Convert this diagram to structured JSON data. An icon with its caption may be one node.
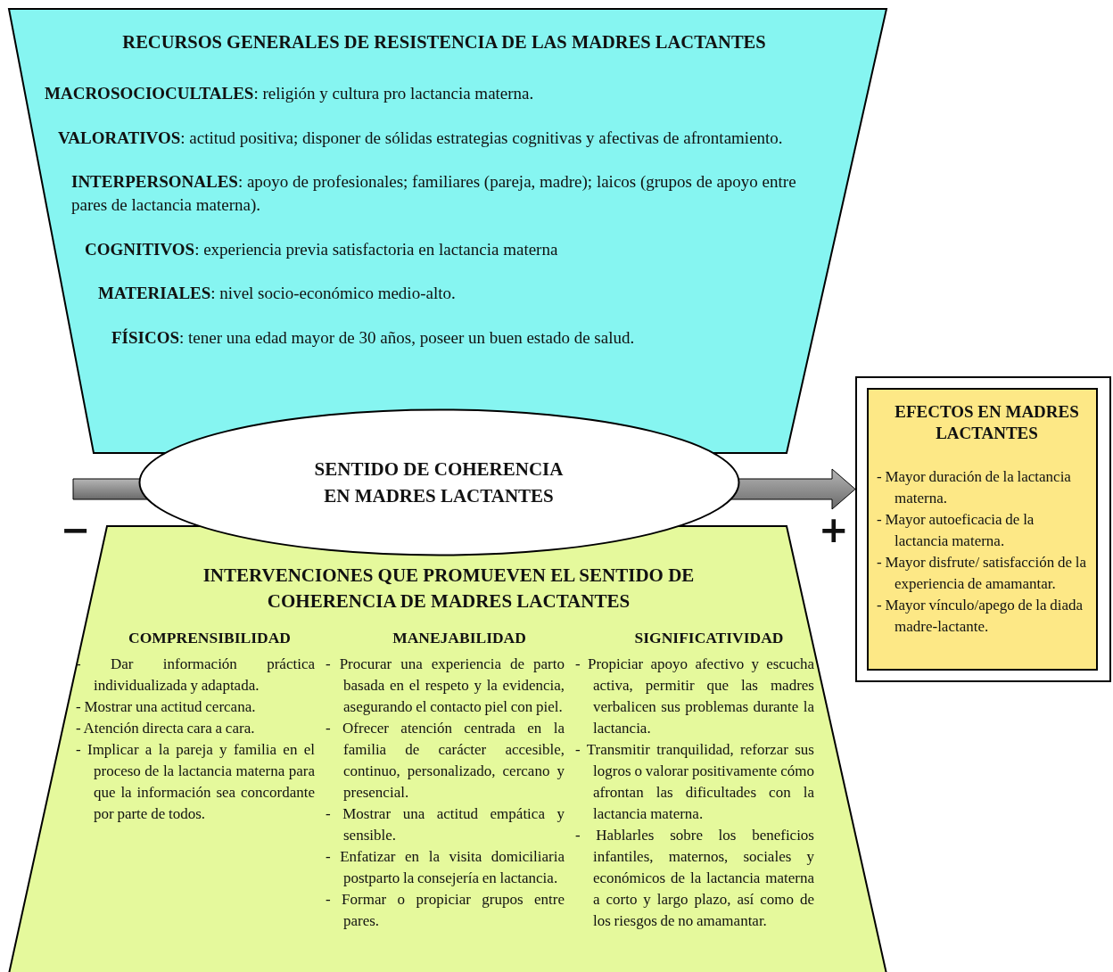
{
  "diagram": {
    "nodes": [
      {
        "text": [
          "RECURSOS GENERALES DE RESISTENCIA DE LAS MADRES LACTANTES",
          "**MACROSOCIOCULTALES**: religión y cultura pro lactancia materna.",
          "**VALORATIVOS**: actitud positiva; disponer de sólidas estrategias cognitivas y afectivas de afrontamiento.",
          "**INTERPERSONALES**: apoyo de profesionales; familiares (pareja, madre); laicos (grupos de apoyo entre pares de lactancia materna).",
          "**COGNITIVOS**: experiencia previa satisfactoria en lactancia materna",
          "**MATERIALES**: nivel socio-económico medio-alto.",
          "**FÍSICOS**: tener una edad mayor de 30 años, poseer un buen estado de salud."
        ]
      },
      {
        "text": [
          "SENTIDO DE COHERENCIA EN MADRES LACTANTES"
        ]
      },
      {
        "text": [
          "INTERVENCIONES QUE PROMUEVEN EL SENTIDO DE COHERENCIA DE MADRES LACTANTES",
          "COMPRENSIBILIDAD",
          "- Dar información práctica individualizada y adaptada.",
          "- Mostrar una actitud cercana.",
          "- Atención directa cara a cara.",
          "- Implicar a la pareja y familia en el proceso de la lactancia materna para que la información sea concordante por parte de todos.",
          "MANEJABILIDAD",
          "- Procurar una experiencia de parto basada en el respeto y la evidencia, asegurando el contacto piel con piel.",
          "- Ofrecer atención centrada en la familia de carácter accesible, continuo, personalizado, cercano y presencial.",
          "- Mostrar una actitud empática y sensible.",
          "- Enfatizar en la visita domiciliaria postparto la consejería en lactancia.",
          "- Formar o propiciar grupos entre pares.",
          "SIGNIFICATIVIDAD",
          "- Propiciar apoyo afectivo y escucha activa, permitir que las madres verbalicen sus problemas durante la lactancia.",
          "- Transmitir tranquilidad, reforzar sus logros o valorar positivamente cómo afrontan las dificultades con la lactancia materna.",
          "- Hablarles sobre los beneficios infantiles, maternos, sociales y económicos de la lactancia materna a corto y largo plazo, así como de los riesgos de no amamantar."
        ]
      },
      {
        "text": [
          "EFECTOS EN MADRES LACTANTES",
          "- Mayor duración de la lactancia materna.",
          "- Mayor autoeficacia de la lactancia materna.",
          "- Mayor disfrute/ satisfacción de la experiencia de amamantar.",
          "- Mayor vínculo/apego de la diada madre-lactante."
        ]
      }
    ],
    "edges": [
      {
        "from": null,
        "to": 1,
        "arrow": "none"
      },
      {
        "from": 1,
        "to": 3,
        "arrow": "to"
      }
    ],
    "labels": [
      "−",
      "+"
    ]
  }
}
